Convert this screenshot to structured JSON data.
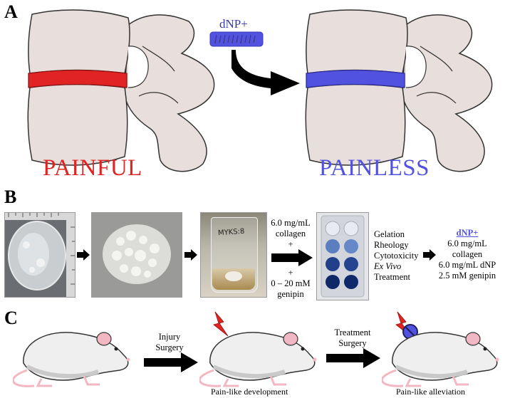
{
  "panels": {
    "a": {
      "label": "A",
      "left_state": "PAINFUL",
      "right_state": "PAINLESS",
      "treatment": "dNP+"
    },
    "b": {
      "label": "B",
      "mix_steps": [
        "6.0 mg/mL",
        "collagen",
        "+",
        "+",
        "0 – 20 mM",
        "genipin"
      ],
      "tests": [
        "Gelation",
        "Rheology",
        "Cytotoxicity",
        "Ex Vivo",
        "Treatment"
      ],
      "result_title": "dNP+",
      "result_lines": [
        "6.0 mg/mL collagen",
        "6.0 mg/mL dNP",
        "2.5 mM genipin"
      ],
      "vial_label": "MYKS:8"
    },
    "c": {
      "label": "C",
      "step1": [
        "Injury",
        "Surgery"
      ],
      "step2": [
        "Treatment",
        "Surgery"
      ],
      "caption_mid": "Pain-like development",
      "caption_right": "Pain-like alleviation"
    }
  },
  "colors": {
    "painful": "#e02424",
    "painless": "#5252e0",
    "bone": "#e8dfdc",
    "rat_body": "#efefef",
    "rat_shadow": "#c9c9c9",
    "pink": "#f2b7c2",
    "lightning": "#e32222"
  }
}
